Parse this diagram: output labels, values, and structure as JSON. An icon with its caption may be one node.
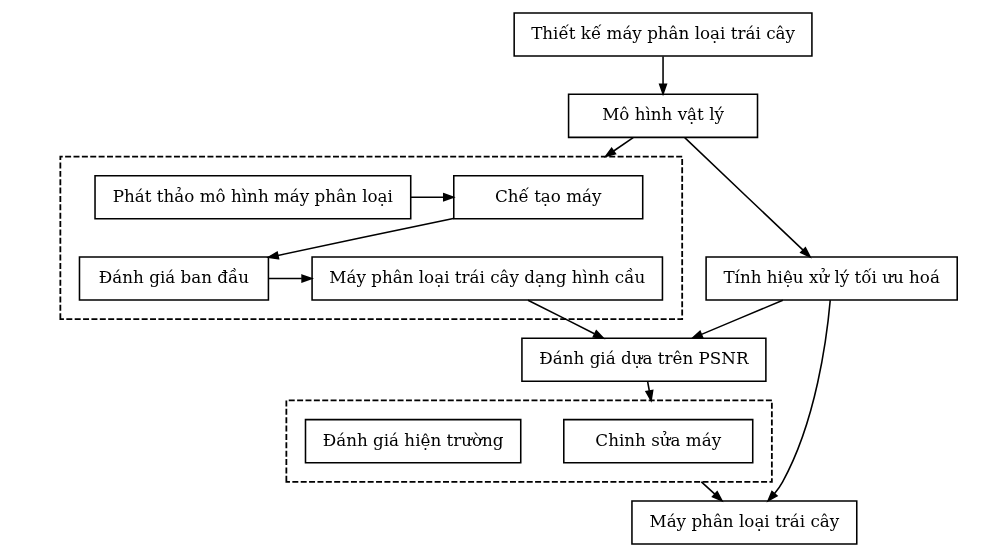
{
  "diagram": {
    "nodes": [
      {
        "text": [],
        "shape": "box"
      },
      {
        "text": [
          "Chế tạo máy"
        ],
        "in": 0
      },
      {
        "text": [
          "Phát thảo mô hình máy phân loại"
        ],
        "in": 0
      },
      {
        "text": [
          "Máy phân loại trái cây dạng hình cầu"
        ],
        "in": 0
      },
      {
        "text": [
          "Đánh giá ban đầu"
        ],
        "in": 0
      },
      {
        "text": [
          "Thiết kế máy phân loại trái cây"
        ]
      },
      {
        "text": [
          "Mô hình vật lý"
        ]
      },
      {
        "text": [
          "Đánh giá dựa trên PSNR"
        ]
      },
      {
        "text": [
          "Tính hiệu xử lý tối ưu hoá"
        ]
      },
      {
        "text": [],
        "shape": "box"
      },
      {
        "text": [
          "Chinh sửa máy"
        ],
        "in": 9
      },
      {
        "text": [
          "Đánh giá hiện trường"
        ],
        "in": 9
      },
      {
        "text": [
          "Máy phân loại trái cây"
        ]
      }
    ],
    "edges": [
      {
        "from": 2,
        "to": 1,
        "arrow": "to"
      },
      {
        "from": 1,
        "to": 4,
        "arrow": "to"
      },
      {
        "from": 4,
        "to": 3,
        "arrow": "to"
      },
      {
        "from": 5,
        "to": 6,
        "arrow": "to"
      },
      {
        "from": 6,
        "to": 0,
        "arrow": "to"
      },
      {
        "from": 3,
        "to": 7,
        "arrow": "to"
      },
      {
        "from": 6,
        "to": 8,
        "arrow": "to"
      },
      {
        "from": 8,
        "to": 7,
        "arrow": "to"
      },
      {
        "from": 7,
        "to": 9,
        "arrow": "to"
      },
      {
        "from": 8,
        "to": 12,
        "arrow": "to"
      },
      {
        "from": 9,
        "to": 12,
        "arrow": "to"
      }
    ]
  }
}
